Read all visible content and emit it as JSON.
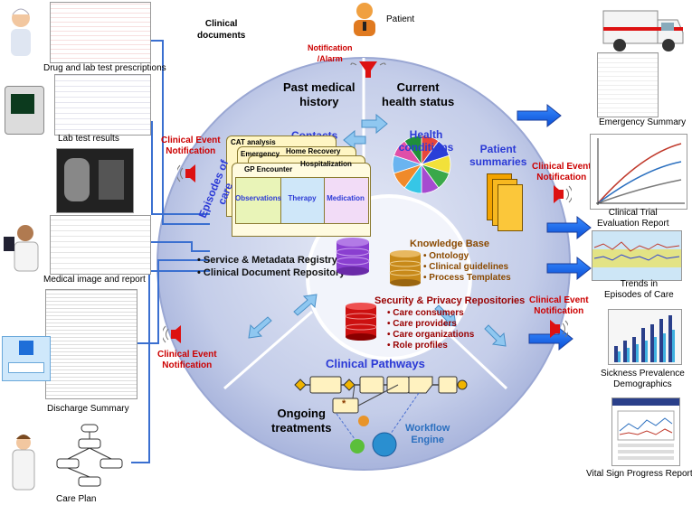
{
  "header": {
    "clinical_documents": "Clinical\ndocuments"
  },
  "patient": {
    "label": "Patient"
  },
  "notifications": {
    "top": "Notification\n/Alarm",
    "left_upper": "Clinical Event\nNotification",
    "right_upper": "Clinical Event\nNotification",
    "left_lower": "Clinical Event\nNotification",
    "right_lower": "Clinical Event\nNotification"
  },
  "sections": {
    "past_history": "Past medical\nhistory",
    "current_status": "Current\nhealth status",
    "ongoing": "Ongoing\ntreatments"
  },
  "contacts": {
    "title": "Contacts",
    "cards": [
      "CAT analysis",
      "Emergency",
      "Home Recovery",
      "Hospitalization",
      "GP Encounter"
    ],
    "cells": [
      "Observations",
      "Therapy",
      "Medication"
    ]
  },
  "health_conditions": {
    "title": "Health\nconditions",
    "pie_colors": [
      "#e8463c",
      "#2a3fd8",
      "#f2e13a",
      "#3aa84a",
      "#a64bd0",
      "#36c6e6",
      "#f08a2a",
      "#6ab4f0",
      "#e04fa8",
      "#1f8f3a"
    ]
  },
  "patient_summaries": {
    "title": "Patient\nsummaries"
  },
  "episodes": {
    "title": "Episodes of\ncare",
    "items": [
      "Service & Metadata Registry",
      "Clinical Document Repository"
    ]
  },
  "knowledge_base": {
    "title": "Knowledge Base",
    "items": [
      "Ontology",
      "Clinical guidelines",
      "Process Templates"
    ]
  },
  "security": {
    "title": "Security & Privacy Repositories",
    "items": [
      "Care consumers",
      "Care providers",
      "Care organizations",
      "Role profiles"
    ]
  },
  "pathways": {
    "title": "Clinical Pathways",
    "workflow": "Workflow\nEngine"
  },
  "left_docs": [
    "Drug and lab test prescriptions",
    "Lab test results",
    "Medical image and report",
    "Discharge Summary",
    "Care Plan"
  ],
  "right_docs": [
    "Emergency Summary",
    "Clinical Trial\nEvaluation Report",
    "Trends in\nEpisodes of Care",
    "Sickness Prevalence\nDemographics",
    "Vital Sign Progress Report"
  ]
}
